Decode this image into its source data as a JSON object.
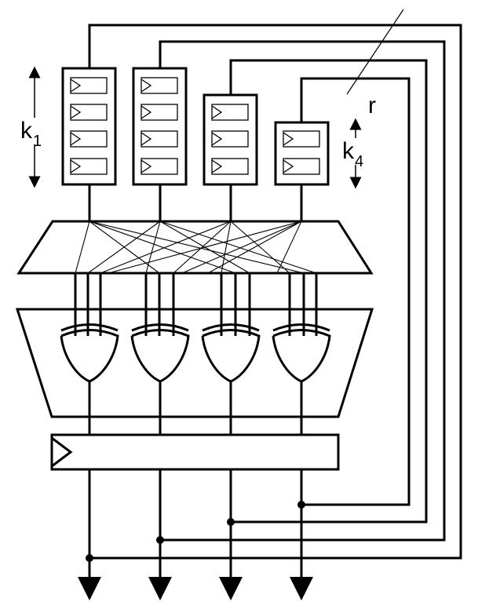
{
  "labels": {
    "k1_main": "k",
    "k1_sub": "1",
    "k4_main": "k",
    "k4_sub": "4",
    "r": "r"
  },
  "colors": {
    "stroke": "#000000",
    "background": "#ffffff"
  }
}
